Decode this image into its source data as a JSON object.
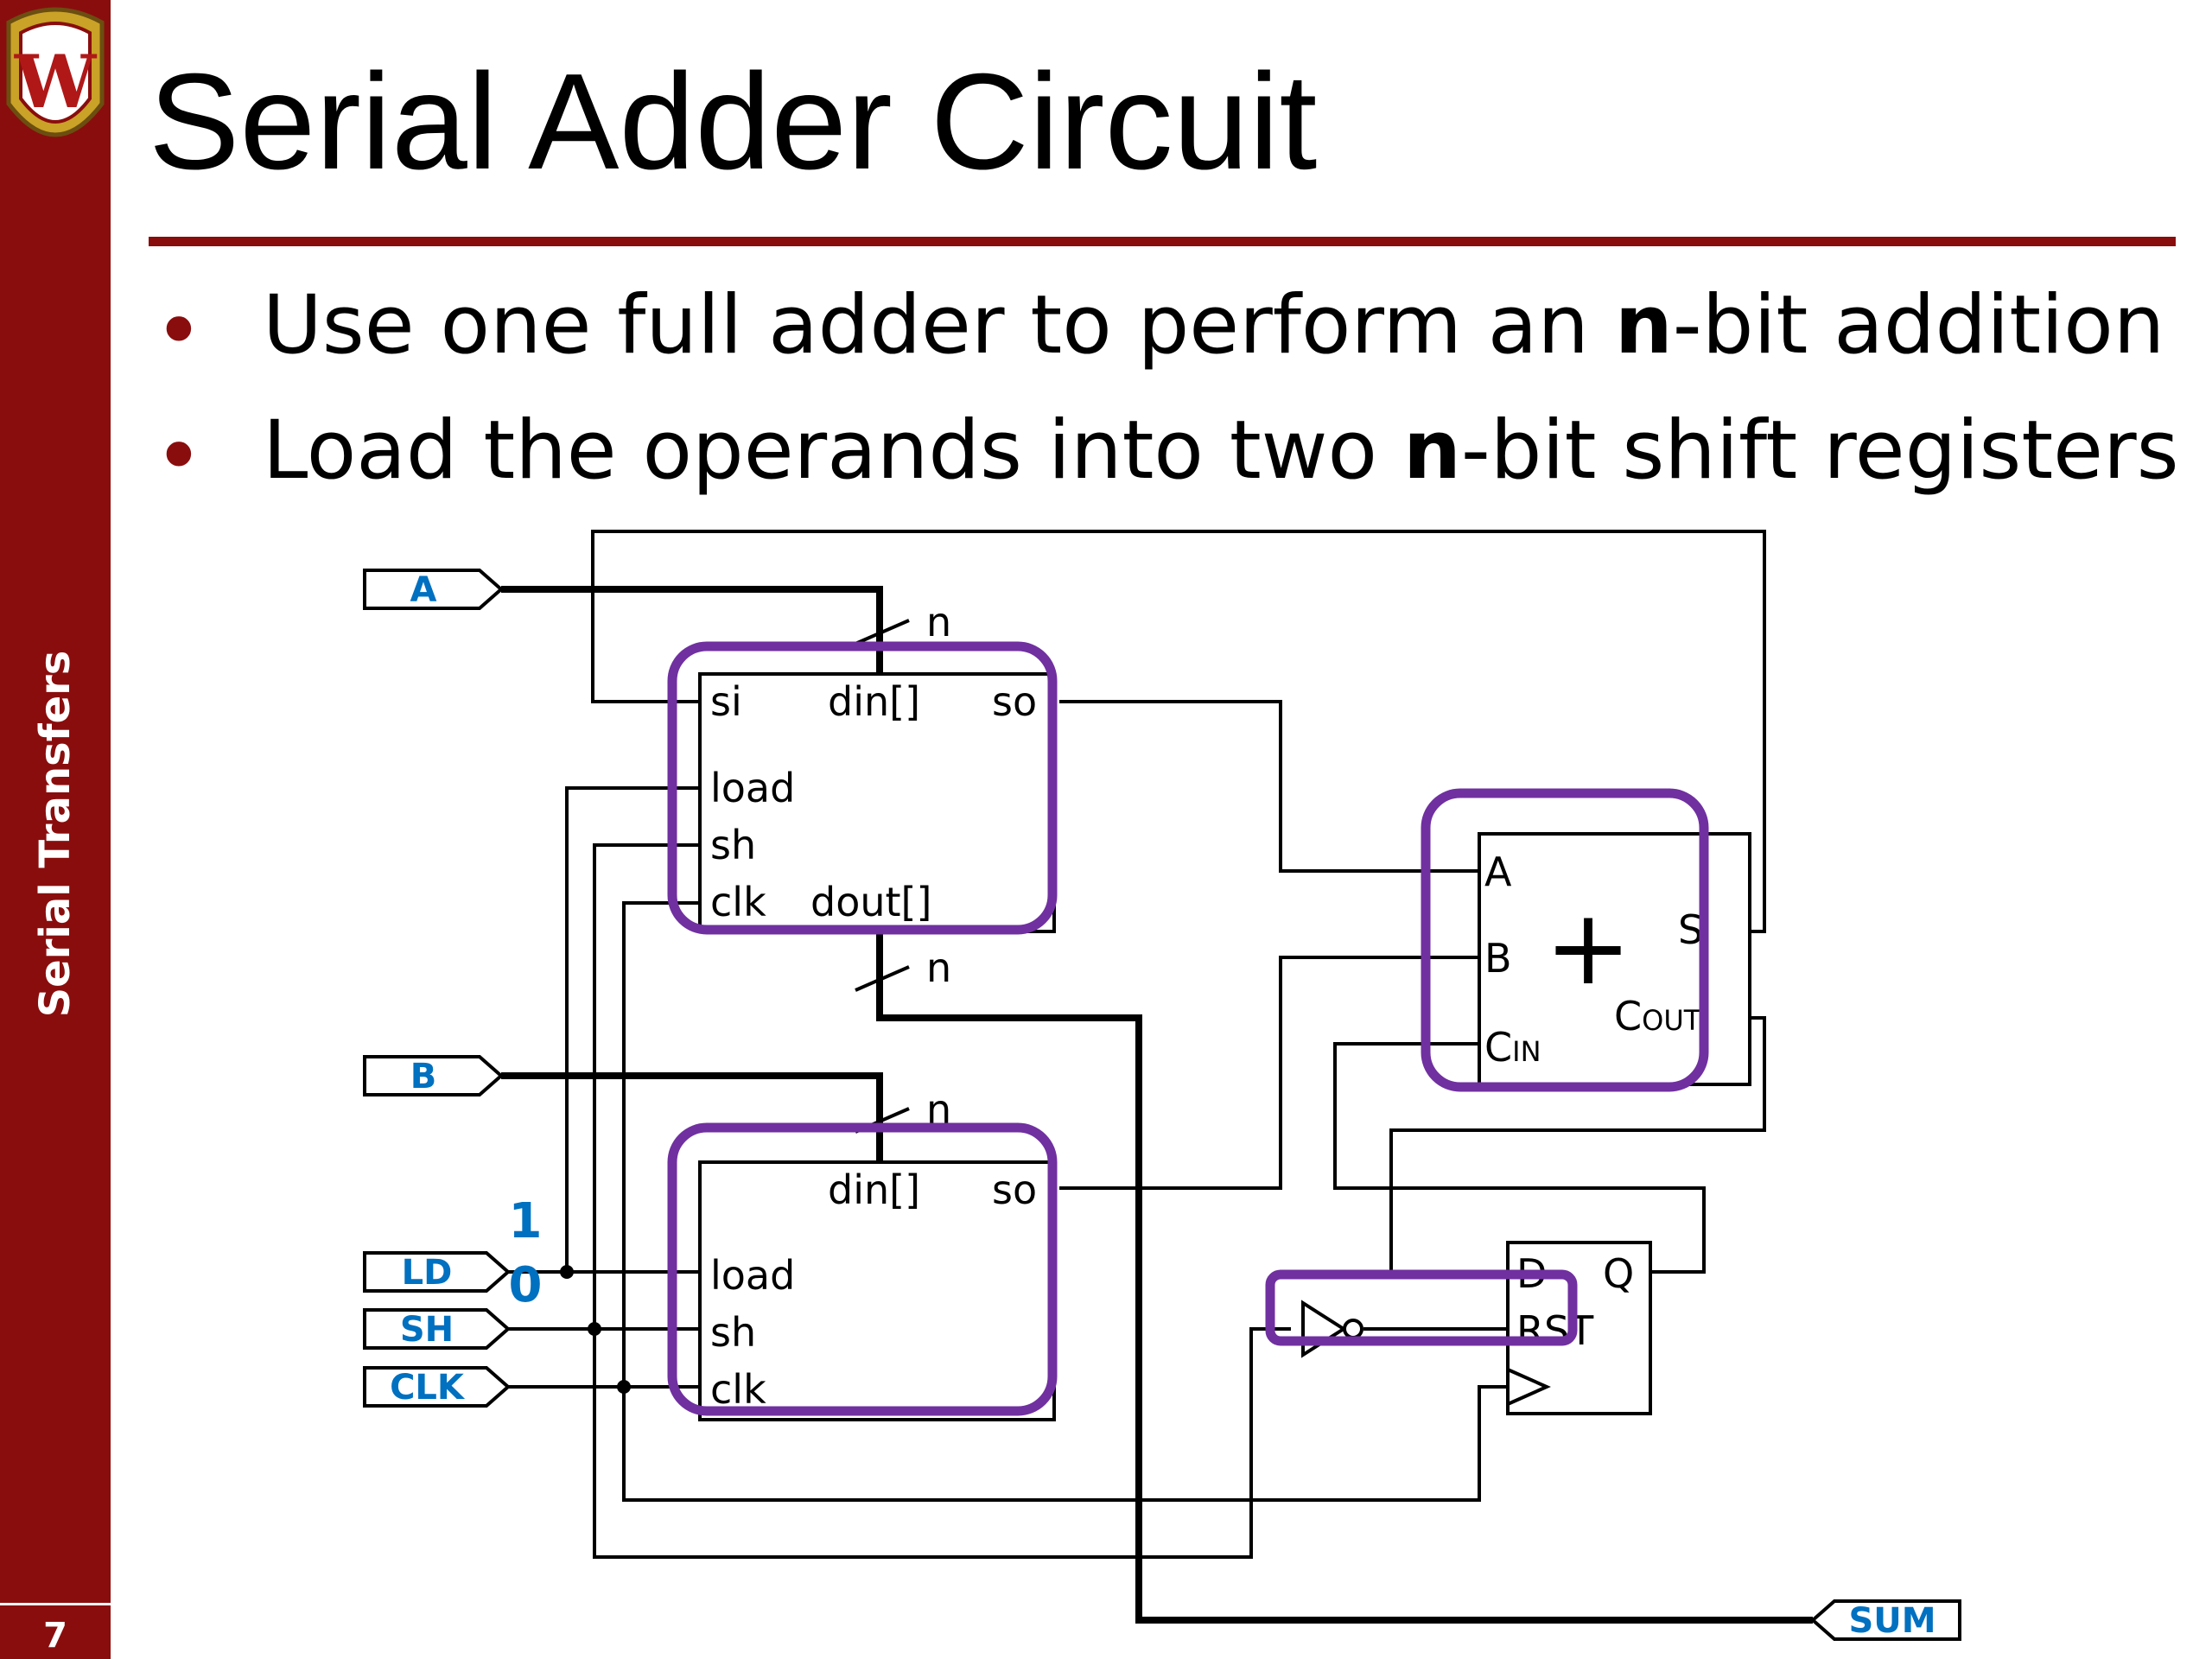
{
  "sidebar": {
    "section_title": "Serial Transfers",
    "page_number": "7",
    "logo_letter": "W",
    "color": "#8a0d0d"
  },
  "slide": {
    "title": "Serial Adder Circuit",
    "bullets": [
      {
        "pre": "Use one full adder to perform an ",
        "bold": "n",
        "post": "-bit addition"
      },
      {
        "pre": "Load the operands into two ",
        "bold": "n",
        "post": "-bit shift registers"
      }
    ]
  },
  "diagram": {
    "highlight_color": "#7030a0",
    "label_color": "#0070c0",
    "inputs": [
      "A",
      "B",
      "LD",
      "SH",
      "CLK"
    ],
    "output": "SUM",
    "bus_width_label": "n",
    "mux_labels": [
      "1",
      "0"
    ],
    "shift_register_a": {
      "si": "si",
      "din": "din[]",
      "so": "so",
      "load": "load",
      "sh": "sh",
      "clk": "clk",
      "dout": "dout[]"
    },
    "shift_register_b": {
      "din": "din[]",
      "so": "so",
      "load": "load",
      "sh": "sh",
      "clk": "clk"
    },
    "full_adder": {
      "a": "A",
      "b": "B",
      "cin": "C",
      "cin_sub": "IN",
      "s": "S",
      "cout": "C",
      "cout_sub": "OUT",
      "symbol": "+"
    },
    "flip_flop": {
      "d": "D",
      "q": "Q",
      "rst": "RST"
    }
  }
}
